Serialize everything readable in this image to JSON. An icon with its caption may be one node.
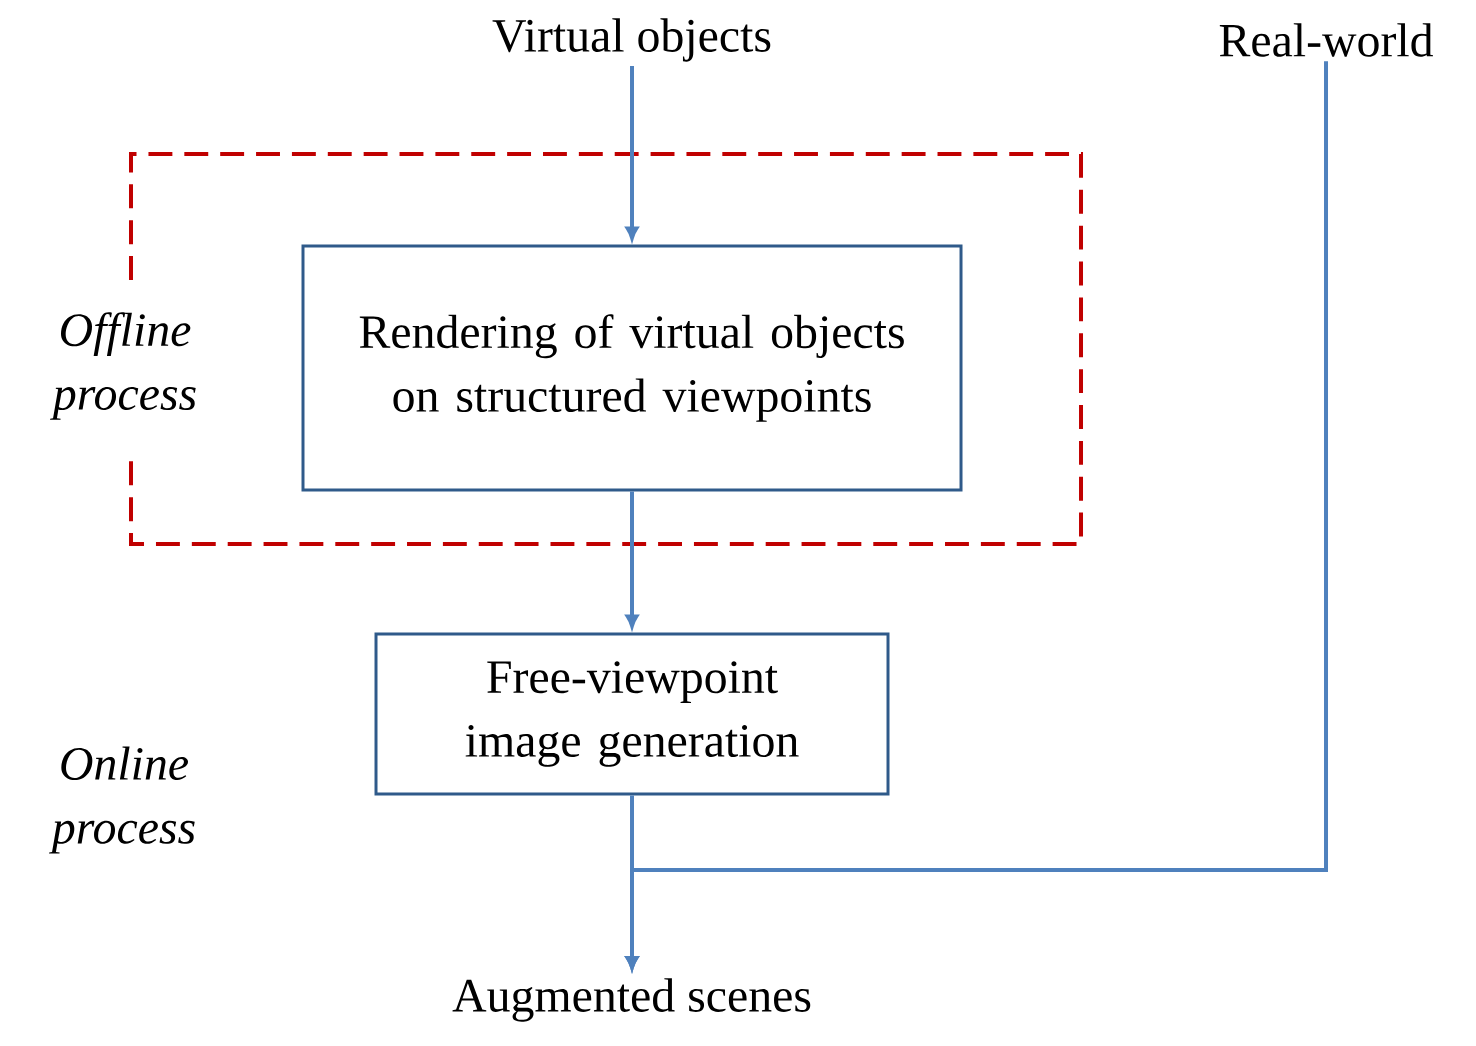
{
  "diagram": {
    "nodes": [
      {
        "text": [
          "Virtual objects"
        ]
      },
      {
        "text": [
          "Real-world"
        ]
      },
      {
        "text": [
          "Offline process"
        ]
      },
      {
        "text": [
          "Rendering of virtual objects on structured viewpoints"
        ],
        "in": 2
      },
      {
        "text": [
          "Free-viewpoint image generation"
        ]
      },
      {
        "text": [
          "Augmented scenes"
        ]
      }
    ],
    "edges": [
      {
        "from": 0,
        "to": 3,
        "arrow": "to"
      },
      {
        "from": 3,
        "to": 4,
        "arrow": "to"
      },
      {
        "from": 4,
        "to": 5,
        "arrow": "to"
      },
      {
        "from": 1,
        "to": 5,
        "arrow": "to"
      }
    ],
    "labels": [
      "Online process"
    ]
  }
}
